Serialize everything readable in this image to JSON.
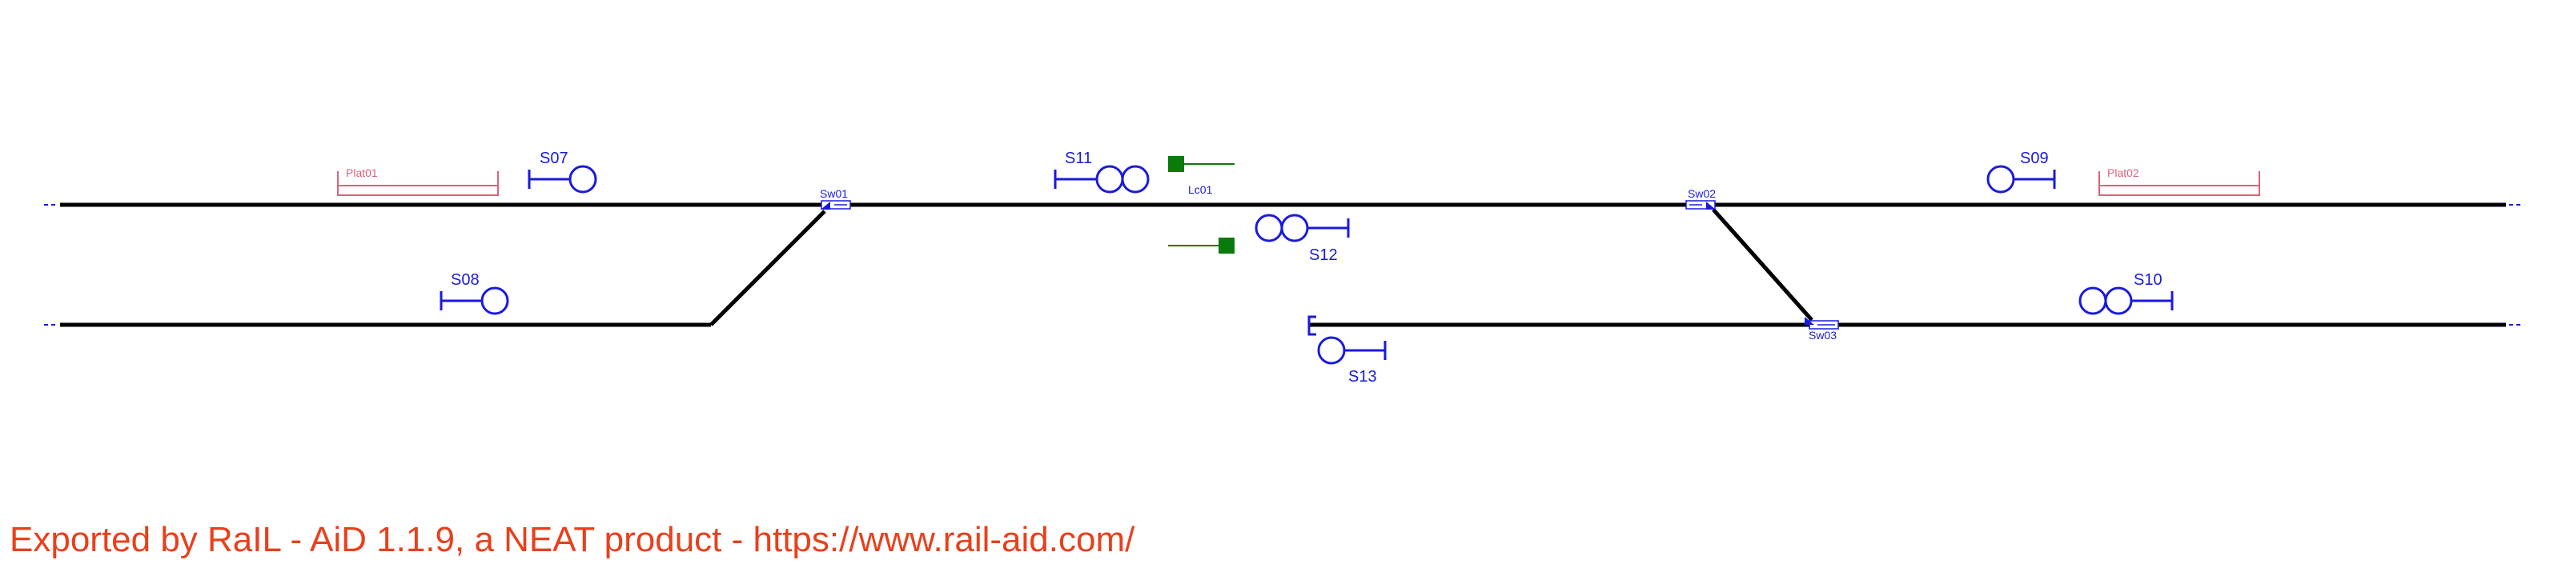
{
  "signals": {
    "s07": "S07",
    "s08": "S08",
    "s09": "S09",
    "s10": "S10",
    "s11": "S11",
    "s12": "S12",
    "s13": "S13"
  },
  "switches": {
    "sw01": "Sw01",
    "sw02": "Sw02",
    "sw03": "Sw03"
  },
  "platforms": {
    "plat01": "Plat01",
    "plat02": "Plat02"
  },
  "level_crossing": {
    "lc01": "Lc01"
  },
  "colors": {
    "track": "#000000",
    "signal": "#1a1adc",
    "platform": "#e0607a",
    "level_crossing": "#0a7a0a",
    "footer": "#e8401c"
  },
  "footer": {
    "text": "Exported by RaIL - AiD  1.1.9, a NEAT product - https://www.rail-aid.com/"
  }
}
